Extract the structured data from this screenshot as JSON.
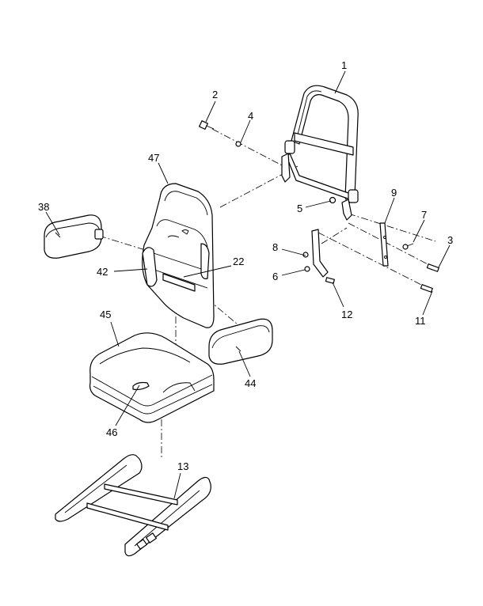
{
  "callouts": [
    "1",
    "2",
    "4",
    "47",
    "38",
    "5",
    "9",
    "7",
    "3",
    "8",
    "42",
    "22",
    "6",
    "12",
    "11",
    "45",
    "44",
    "46",
    "13"
  ]
}
